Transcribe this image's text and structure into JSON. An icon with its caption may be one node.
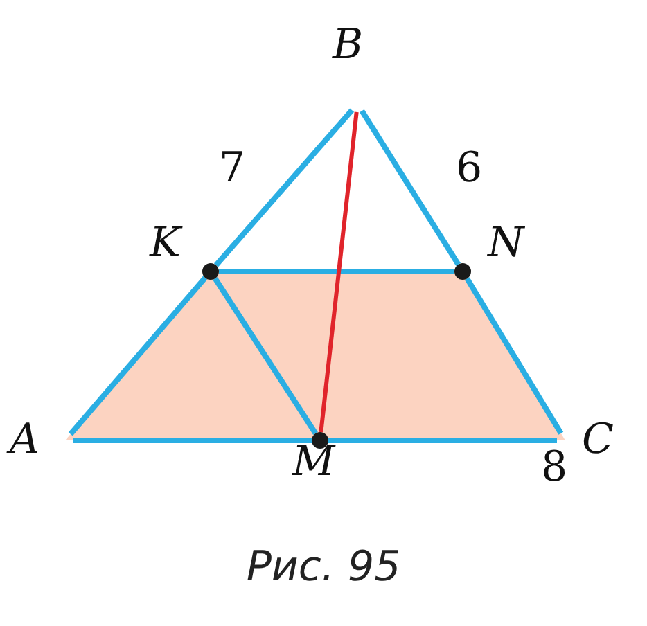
{
  "diagram": {
    "caption": "Рис. 95",
    "nodes": [
      {
        "text": [
          "A"
        ]
      },
      {
        "text": [
          "B"
        ]
      },
      {
        "text": [
          "C"
        ]
      },
      {
        "text": [
          "K"
        ]
      },
      {
        "text": [
          "N"
        ]
      },
      {
        "text": [
          "M"
        ]
      }
    ],
    "edges": [
      {
        "from": 3,
        "to": 1,
        "arrow": "none",
        "label": "7"
      },
      {
        "from": 1,
        "to": 4,
        "arrow": "none",
        "label": "6"
      },
      {
        "from": 0,
        "to": 3,
        "arrow": "none"
      },
      {
        "from": 4,
        "to": 2,
        "arrow": "none"
      },
      {
        "from": 0,
        "to": 5,
        "arrow": "none"
      },
      {
        "from": 5,
        "to": 2,
        "arrow": "none",
        "label": "8"
      },
      {
        "from": 3,
        "to": 4,
        "arrow": "none"
      },
      {
        "from": 3,
        "to": 5,
        "arrow": "none"
      },
      {
        "from": 1,
        "to": 5,
        "arrow": "none",
        "color": "#e0242b"
      }
    ]
  }
}
